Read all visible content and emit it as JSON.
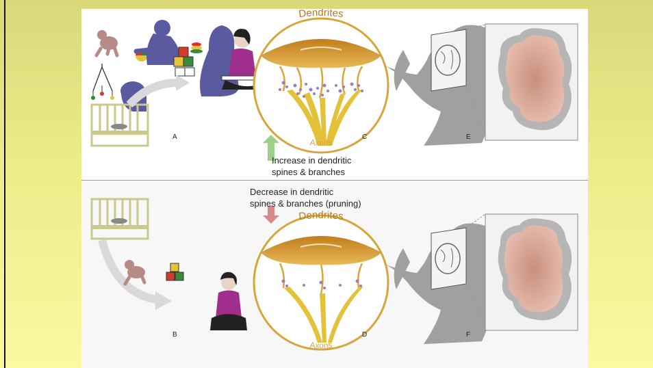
{
  "panel_labels": {
    "a": "A",
    "b": "B",
    "c": "C",
    "d": "D",
    "e": "E",
    "f": "F"
  },
  "neuron_top": {
    "dendrites": "Dendrites",
    "axons": "Axons"
  },
  "neuron_bottom": {
    "dendrites": "Dendrites",
    "axons": "Axons"
  },
  "captions": {
    "increase_line1": "Increase in dendritic",
    "increase_line2": "spines & branches",
    "decrease_line1": "Decrease in dendritic",
    "decrease_line2": "spines & branches (pruning)"
  },
  "colors": {
    "silhouette": "#5a5aa0",
    "crib": "#c8c98a",
    "dendrite": "#d7a53a",
    "axon": "#e3c23a",
    "spine": "#a07ac0",
    "head": "#9e9e9e",
    "cortex": "#d8a898",
    "up_arrow": "#9ed08a",
    "down_arrow": "#d88a8a"
  }
}
